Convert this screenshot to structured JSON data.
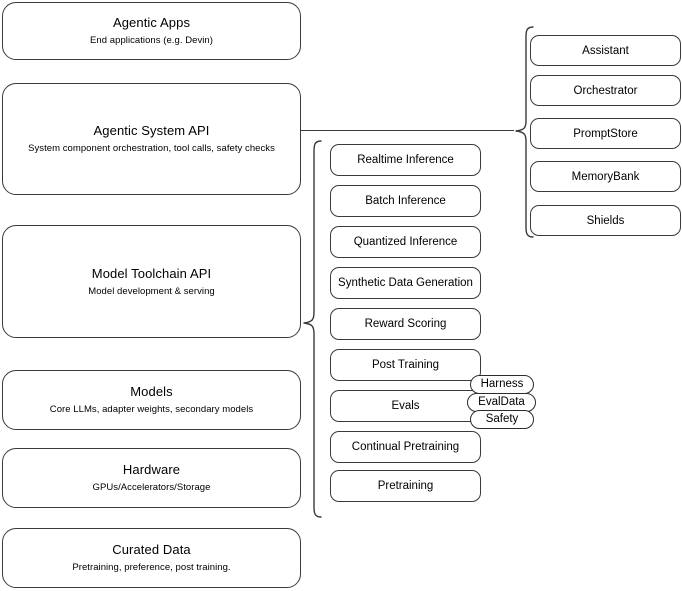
{
  "diagram": {
    "title": "Agentic stack layers",
    "colors": {
      "stroke": "#3a3a3a",
      "text": "#000000",
      "background": "#ffffff"
    }
  },
  "layers": [
    {
      "title": "Agentic Apps",
      "subtitle": "End applications (e.g. Devin)"
    },
    {
      "title": "Agentic System API",
      "subtitle": "System component orchestration, tool calls, safety checks"
    },
    {
      "title": "Model Toolchain API",
      "subtitle": "Model development & serving"
    },
    {
      "title": "Models",
      "subtitle": "Core LLMs, adapter weights, secondary models"
    },
    {
      "title": "Hardware",
      "subtitle": "GPUs/Accelerators/Storage"
    },
    {
      "title": "Curated Data",
      "subtitle": "Pretraining, preference, post training."
    }
  ],
  "toolchain_components": [
    {
      "label": "Realtime Inference"
    },
    {
      "label": "Batch Inference"
    },
    {
      "label": "Quantized Inference"
    },
    {
      "label": "Synthetic Data Generation"
    },
    {
      "label": "Reward Scoring"
    },
    {
      "label": "Post Training"
    },
    {
      "label": "Evals"
    },
    {
      "label": "Continual Pretraining"
    },
    {
      "label": "Pretraining"
    }
  ],
  "system_components": [
    {
      "label": "Assistant"
    },
    {
      "label": "Orchestrator"
    },
    {
      "label": "PromptStore"
    },
    {
      "label": "MemoryBank"
    },
    {
      "label": "Shields"
    }
  ],
  "eval_badges": [
    {
      "label": "Harness"
    },
    {
      "label": "EvalData"
    },
    {
      "label": "Safety"
    }
  ]
}
